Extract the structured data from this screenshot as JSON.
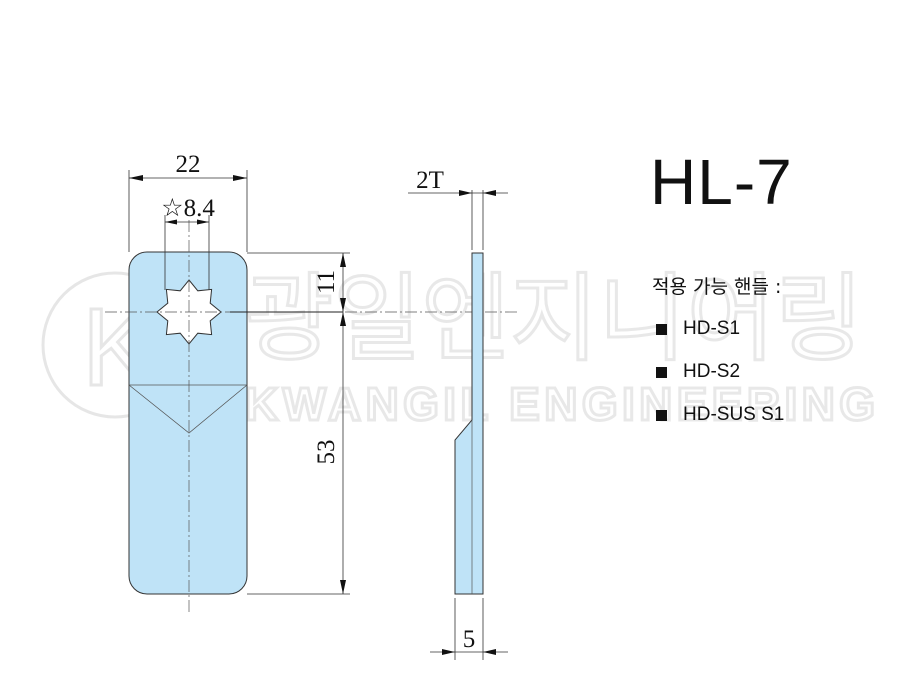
{
  "title": "HL-7",
  "watermark": {
    "korean": "광일엔지니어링",
    "english": "KWANGIL ENGINEERING"
  },
  "dimensions": {
    "width": "22",
    "star_hole": "☆8.4",
    "hole_offset": "11",
    "length": "53",
    "thickness": "2T",
    "side_width": "5"
  },
  "applicable_label": "적용 가능 핸들 :",
  "handles": [
    "HD-S1",
    "HD-S2",
    "HD-SUS S1"
  ],
  "colors": {
    "part_fill": "#bfe3f7",
    "line": "#111111"
  }
}
